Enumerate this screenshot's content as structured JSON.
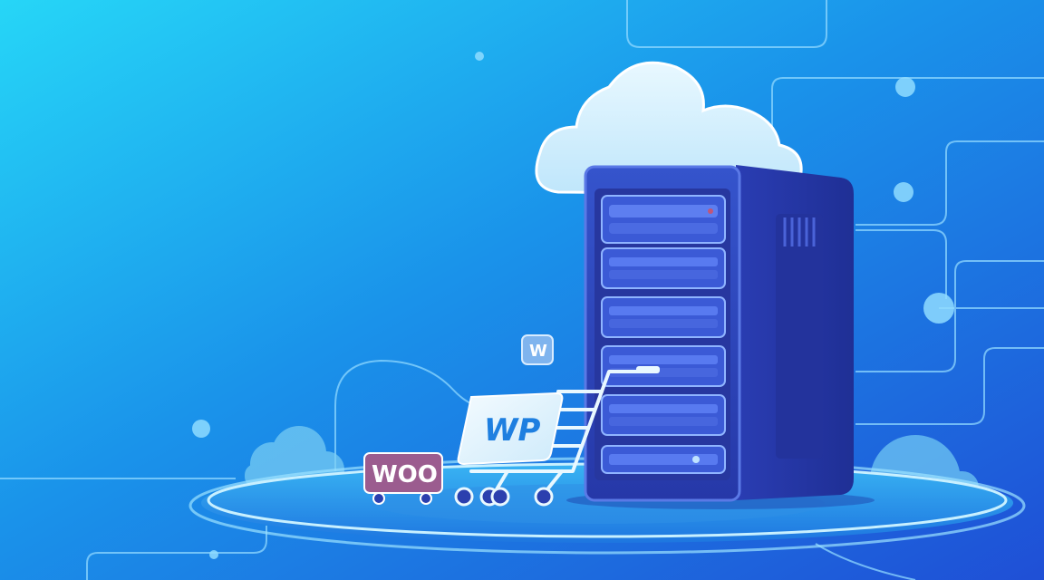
{
  "illustration": {
    "woo_badge_text": "WOO",
    "wp_card_text": "WP",
    "small_tag_text": "W",
    "colors": {
      "bg_light": "#22d3f5",
      "bg_mid": "#1a8fe8",
      "bg_dark": "#1f4fd6",
      "server_body": "#2c3fb8",
      "server_panel": "#3352d0",
      "cloud": "#d9f3ff",
      "woo_purple": "#9b5c8f",
      "line": "#a9e6ff"
    }
  }
}
